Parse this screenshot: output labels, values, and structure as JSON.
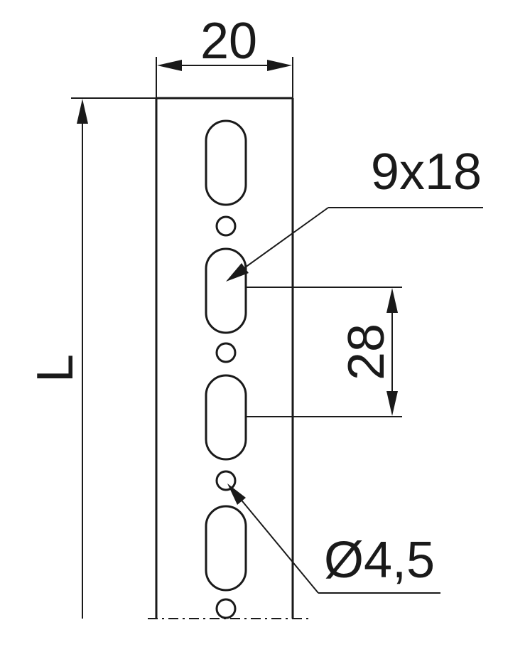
{
  "dimensions": {
    "width_label": "20",
    "length_label": "L",
    "slot_label": "9x18",
    "pitch_label": "28",
    "hole_label": "Ø4,5"
  },
  "colors": {
    "ink": "#1a1a1a",
    "background": "#ffffff"
  }
}
